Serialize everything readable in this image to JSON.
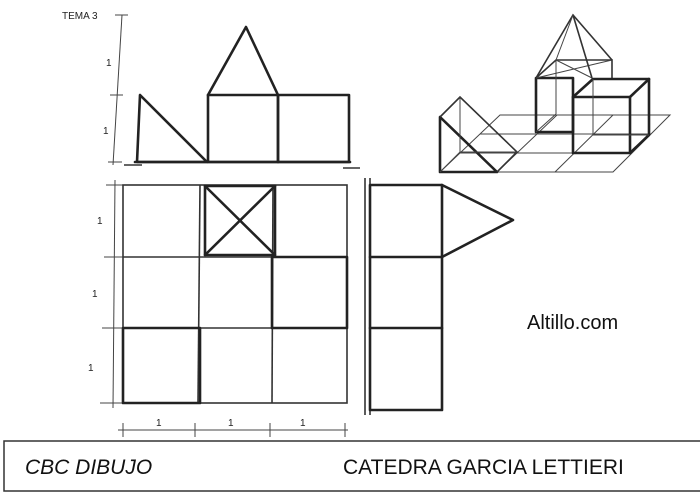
{
  "sheet": {
    "topic_label": "TEMA 3",
    "elevation_dims": [
      "1",
      "1"
    ],
    "plan_side_dims": [
      "1",
      "1",
      "1"
    ],
    "plan_bottom_dims": [
      "1",
      "1",
      "1"
    ],
    "watermark": "Altillo.com",
    "footer_left": "CBC DIBUJO",
    "footer_right": "CATEDRA GARCIA LETTIERI"
  }
}
